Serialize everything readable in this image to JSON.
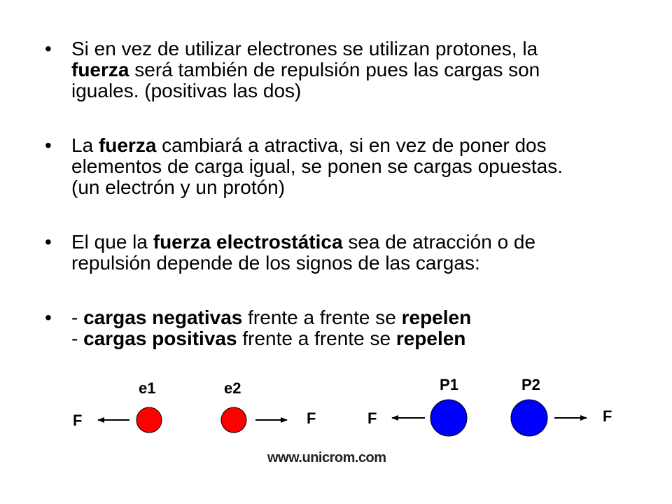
{
  "bullet_char": "•",
  "bullets": [
    {
      "lines": [
        [
          {
            "t": "Si en vez de utilizar electrones se utilizan protones, la",
            "b": false
          }
        ],
        [
          {
            "t": "fuerza",
            "b": true
          },
          {
            "t": " será también de repulsión pues las cargas son",
            "b": false
          }
        ],
        [
          {
            "t": "iguales. (positivas las dos)",
            "b": false
          }
        ]
      ]
    },
    {
      "lines": [
        [
          {
            "t": "La ",
            "b": false
          },
          {
            "t": "fuerza",
            "b": true
          },
          {
            "t": " cambiará a atractiva, si en vez de poner dos",
            "b": false
          }
        ],
        [
          {
            "t": "elementos de carga igual, se ponen se cargas opuestas.",
            "b": false
          }
        ],
        [
          {
            "t": "(un electrón y un protón)",
            "b": false
          }
        ]
      ]
    },
    {
      "lines": [
        [
          {
            "t": "El que la ",
            "b": false
          },
          {
            "t": "fuerza electrostática",
            "b": true
          },
          {
            "t": " sea de atracción o de",
            "b": false
          }
        ],
        [
          {
            "t": "repulsión depende de los signos de las cargas:",
            "b": false
          }
        ]
      ]
    },
    {
      "lines": [
        [
          {
            "t": "- ",
            "b": false
          },
          {
            "t": "cargas negativas",
            "b": true
          },
          {
            "t": " frente a frente se ",
            "b": false
          },
          {
            "t": "repelen",
            "b": true
          }
        ],
        [
          {
            "t": "- ",
            "b": false
          },
          {
            "t": "cargas positivas",
            "b": true
          },
          {
            "t": " frente a frente se ",
            "b": false
          },
          {
            "t": "repelen",
            "b": true
          }
        ]
      ]
    }
  ],
  "diagram": {
    "electrons": {
      "labels": [
        "e1",
        "e2"
      ],
      "color": "#ff0000"
    },
    "protons": {
      "labels": [
        "P1",
        "P2"
      ],
      "color": "#0000ff"
    },
    "force_label": "F",
    "watermark": "www.unicrom.com"
  }
}
